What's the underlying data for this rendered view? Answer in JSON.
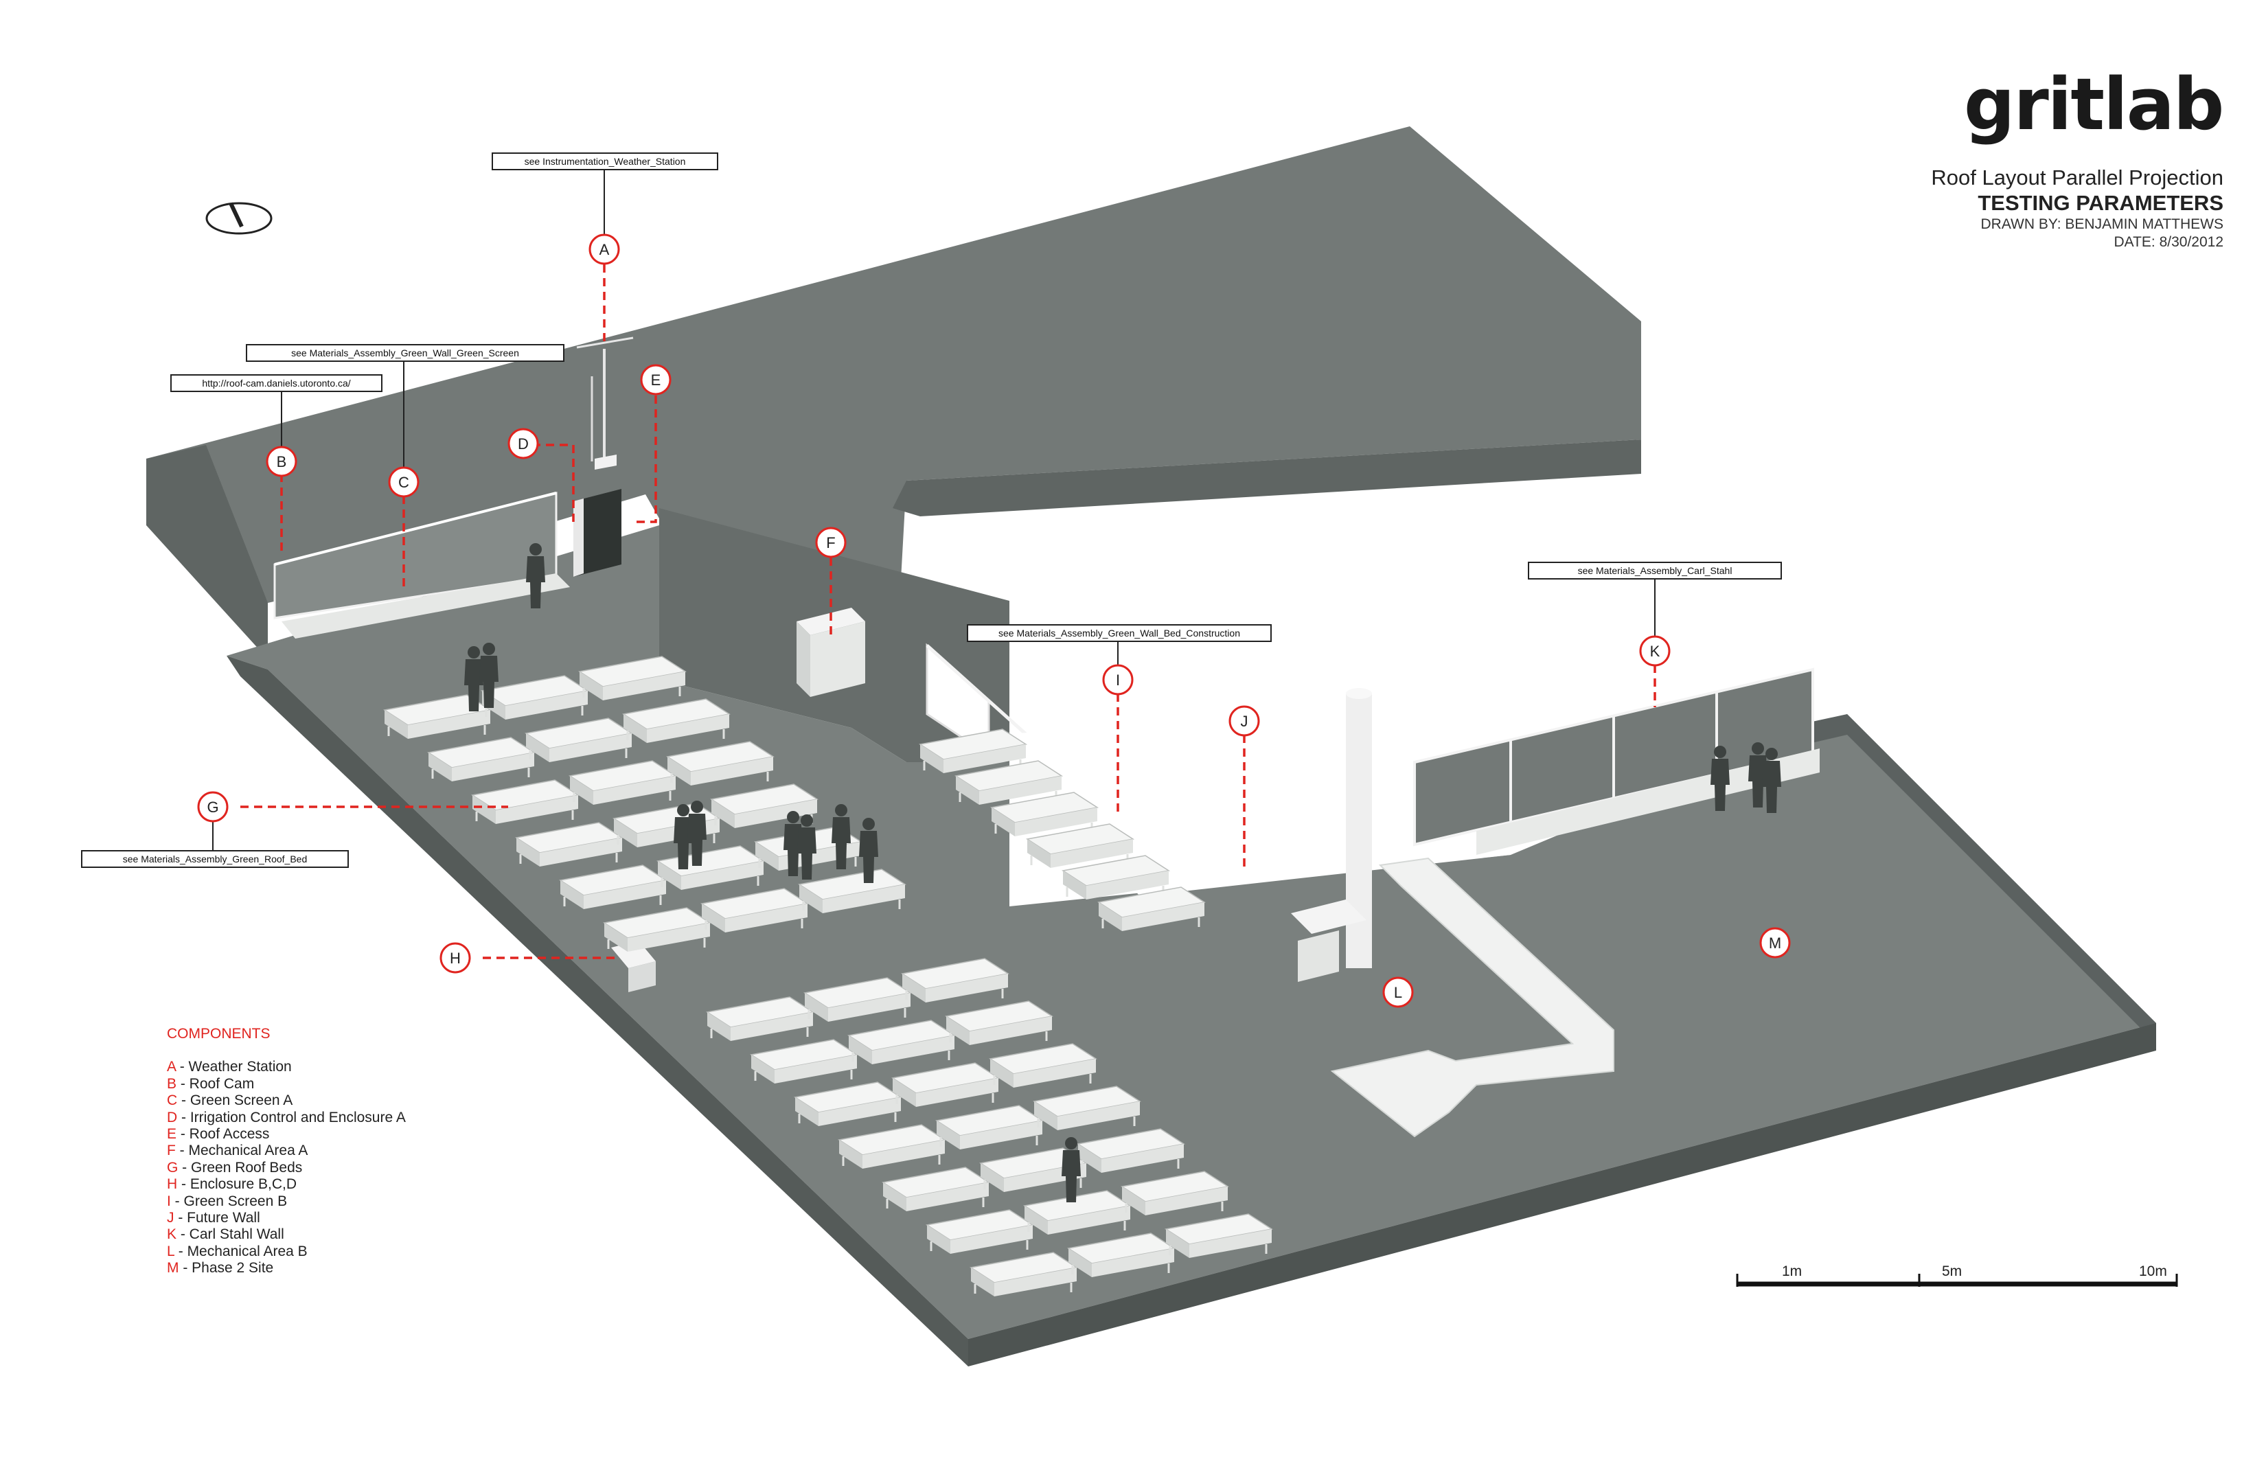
{
  "brand": "gritlab",
  "title_block": {
    "title": "Roof Layout Parallel Projection",
    "subtitle": "TESTING PARAMETERS",
    "drawn_by": "DRAWN BY: BENJAMIN MATTHEWS",
    "date": "DATE: 8/30/2012"
  },
  "references": {
    "weather_station": "see Instrumentation_Weather_Station",
    "green_screen": "see Materials_Assembly_Green_Wall_Green_Screen",
    "roof_cam": "http://roof-cam.daniels.utoronto.ca/",
    "green_roof_bed": "see Materials_Assembly_Green_Roof_Bed",
    "green_wall_bed": "see Materials_Assembly_Green_Wall_Bed_Construction",
    "carl_stahl": "see Materials_Assembly_Carl_Stahl"
  },
  "callouts": [
    "A",
    "B",
    "C",
    "D",
    "E",
    "F",
    "G",
    "H",
    "I",
    "J",
    "K",
    "L",
    "M"
  ],
  "legend": {
    "title": "COMPONENTS",
    "items": [
      {
        "key": "A",
        "label": " - Weather Station"
      },
      {
        "key": "B",
        "label": " - Roof Cam"
      },
      {
        "key": "C",
        "label": " - Green Screen A"
      },
      {
        "key": "D",
        "label": " - Irrigation Control and Enclosure A"
      },
      {
        "key": "E",
        "label": " - Roof Access"
      },
      {
        "key": "F",
        "label": " - Mechanical Area A"
      },
      {
        "key": "G",
        "label": " - Green Roof Beds"
      },
      {
        "key": "H",
        "label": " - Enclosure B,C,D"
      },
      {
        "key": "I",
        "label": " - Green Screen B"
      },
      {
        "key": "J",
        "label": " - Future Wall"
      },
      {
        "key": "K",
        "label": " - Carl Stahl Wall"
      },
      {
        "key": "L",
        "label": " - Mechanical Area B"
      },
      {
        "key": "M",
        "label": " - Phase 2 Site"
      }
    ]
  },
  "scale_bar": {
    "labels": [
      "1m",
      "5m",
      "10m"
    ]
  },
  "colors": {
    "accent_red": "#e0241f",
    "roof_top": "#7a807e",
    "roof_side": "#5e6462",
    "roof_dark": "#4c5250",
    "fixture_white": "#f1f2f1"
  }
}
